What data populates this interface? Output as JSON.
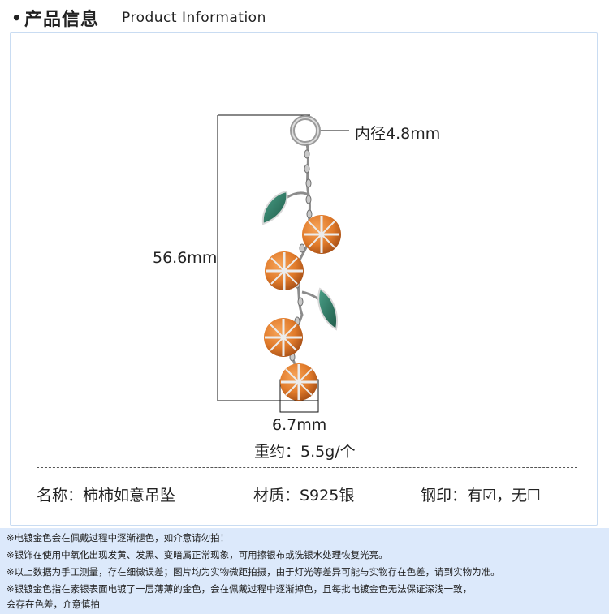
{
  "header": {
    "bullet": "•",
    "title_zh": "产品信息",
    "title_en": "Product Information"
  },
  "dimensions": {
    "inner_diameter": "内径4.8mm",
    "length": "56.6mm",
    "width": "6.7mm",
    "weight": "重约：5.5g/个"
  },
  "product": {
    "name": "名称：柿柿如意吊坠",
    "material": "材质：S925银",
    "stamp": "钢印：有☑，无☐"
  },
  "notes": [
    "※电镀金色会在佩戴过程中逐渐褪色，如介意请勿拍！",
    "※银饰在使用中氧化出现发黄、发黑、变暗属正常现象，可用擦银布或洗银水处理恢复光亮。",
    "※以上数据为手工测量，存在细微误差；图片均为实物微距拍摄，由于灯光等差异可能与实物存在色差，请到实物为准。",
    "※银镀金色指在素银表面电镀了一层薄薄的金色，会在佩戴过程中逐渐掉色，且每批电镀金色无法保证深浅一致，",
    "会存在色差，介意慎拍"
  ],
  "colors": {
    "panel_border": "#c9dcf2",
    "notes_bg": "#dce9fb",
    "fruit": "#e07a2a",
    "leaf": "#2f7a62",
    "silver": "#b8b8b8"
  }
}
